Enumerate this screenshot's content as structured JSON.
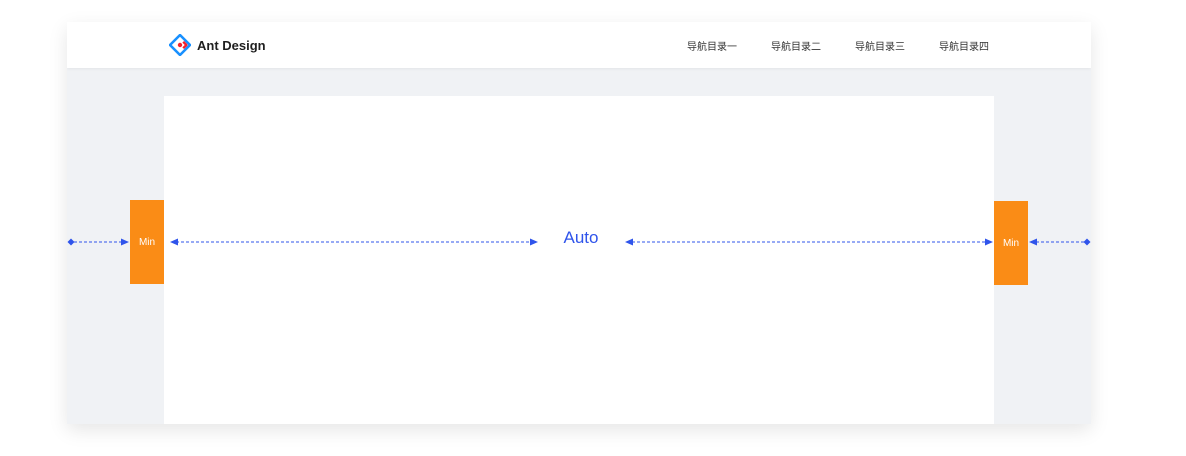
{
  "header": {
    "brand": "Ant Design",
    "nav_items": [
      "导航目录一",
      "导航目录二",
      "导航目录三",
      "导航目录四"
    ]
  },
  "annotations": {
    "auto_label": "Auto",
    "min_left_label": "Min",
    "min_right_label": "Min"
  },
  "icons": {
    "logo": "ant-design-logo-icon",
    "arrow_head": "triangle-arrow-icon",
    "endpoint": "diamond-endpoint-icon"
  },
  "colors": {
    "accent": "#2f54eb",
    "min_block": "#fa8c16",
    "layout_background": "#f0f2f5",
    "content_background": "#ffffff",
    "logo_blue": "#1890ff",
    "logo_red": "#f5222d"
  }
}
